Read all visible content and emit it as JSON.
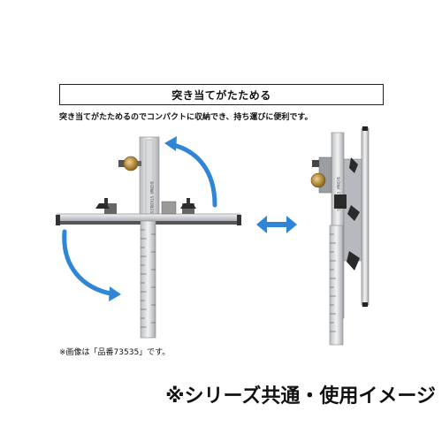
{
  "title": "突き当てがたためる",
  "description": "突き当てがたためるのでコンパクトに収納でき、持ち運びに便利です。",
  "note": "※画像は「品番73535」です。",
  "caption": "※シリーズ共通・使用イメージ",
  "colors": {
    "arrow": "#2f86d6",
    "ruler": "#c7c9cc",
    "brass": "#b8892e",
    "dark": "#2a2a2a"
  },
  "icons": [
    "double-arrow-icon",
    "rotate-arrow-icon"
  ]
}
